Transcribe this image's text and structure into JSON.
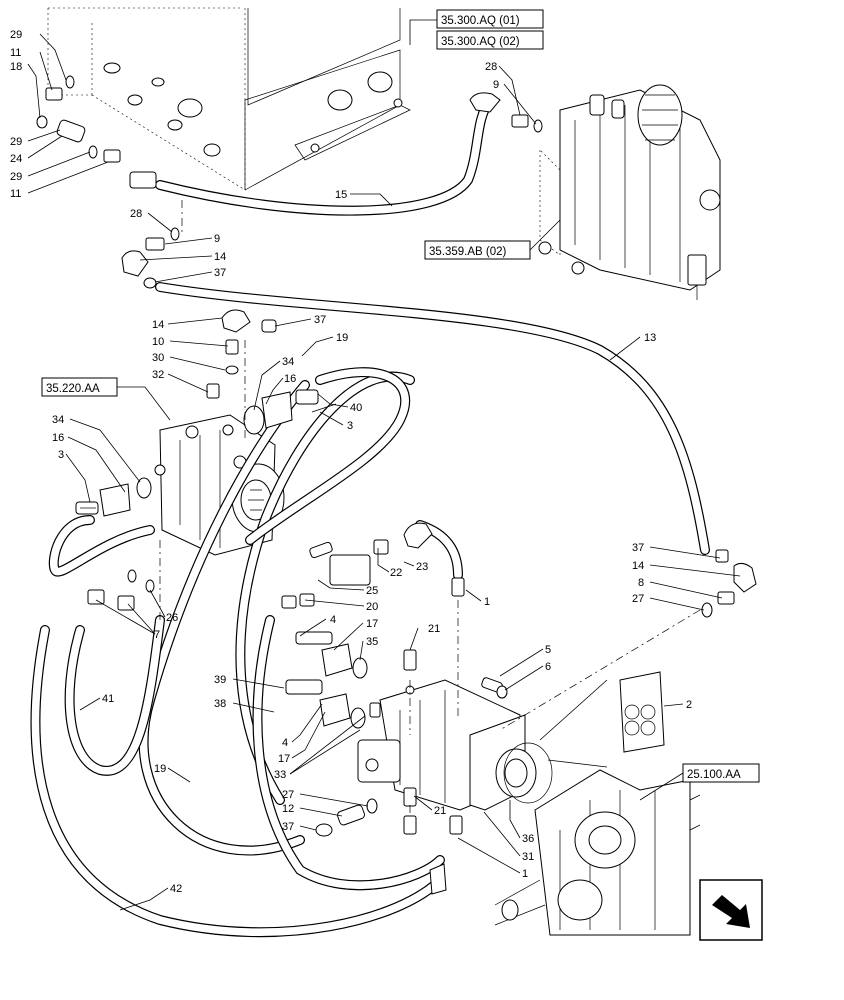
{
  "refs": {
    "ref1": "35.300.AQ (01)",
    "ref2": "35.300.AQ (02)",
    "ref3": "35.359.AB (02)",
    "ref4": "35.220.AA",
    "ref5": "25.100.AA"
  },
  "callouts": {
    "c1": "29",
    "c2": "11",
    "c3": "18",
    "c4": "29",
    "c5": "24",
    "c6": "29",
    "c7": "11",
    "c8": "28",
    "c9": "9",
    "c10": "15",
    "c11": "28",
    "c12": "9",
    "c13": "14",
    "c14": "37",
    "c15": "14",
    "c16": "37",
    "c17": "10",
    "c18": "19",
    "c19": "30",
    "c20": "34",
    "c21": "32",
    "c22": "16",
    "c23": "13",
    "c24": "40",
    "c25": "3",
    "c26": "34",
    "c27": "16",
    "c28": "3",
    "c29": "22",
    "c30": "23",
    "c31": "25",
    "c32": "1",
    "c33": "20",
    "c34": "26",
    "c35": "4",
    "c36": "7",
    "c37": "17",
    "c38": "21",
    "c39": "35",
    "c40": "37",
    "c41": "14",
    "c42": "8",
    "c43": "27",
    "c44": "5",
    "c45": "6",
    "c46": "41",
    "c47": "39",
    "c48": "38",
    "c49": "2",
    "c50": "4",
    "c51": "17",
    "c52": "19",
    "c53": "33",
    "c54": "27",
    "c55": "12",
    "c56": "21",
    "c57": "37",
    "c58": "36",
    "c59": "31",
    "c60": "1",
    "c61": "42"
  }
}
